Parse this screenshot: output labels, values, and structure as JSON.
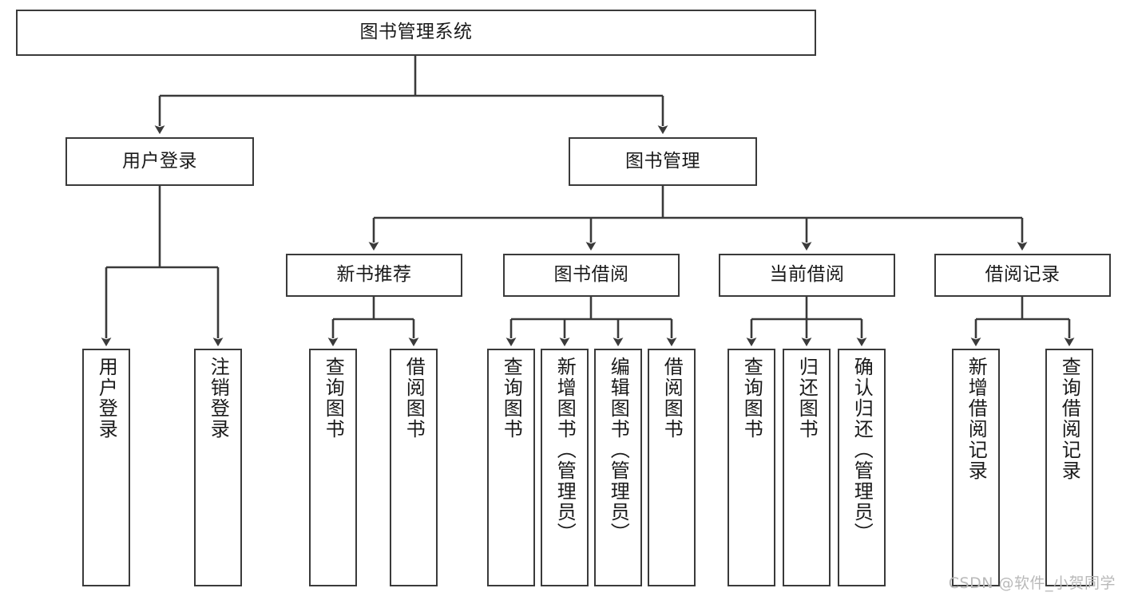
{
  "diagram": {
    "title": "图书管理系统",
    "root": {
      "id": "root",
      "label": "图书管理系统"
    },
    "level1": [
      {
        "id": "user-login",
        "label": "用户登录"
      },
      {
        "id": "book-management",
        "label": "图书管理"
      }
    ],
    "level2": [
      {
        "id": "new-book-recommend",
        "label": "新书推荐"
      },
      {
        "id": "book-borrow",
        "label": "图书借阅"
      },
      {
        "id": "current-borrow",
        "label": "当前借阅"
      },
      {
        "id": "borrow-record",
        "label": "借阅记录"
      }
    ],
    "leaves": {
      "user_login": [
        {
          "id": "leaf-user-login",
          "label": "用户登录"
        },
        {
          "id": "leaf-logout",
          "label": "注销登录"
        }
      ],
      "new_book_recommend": [
        {
          "id": "leaf-query-book-1",
          "label": "查询图书"
        },
        {
          "id": "leaf-borrow-book-1",
          "label": "借阅图书"
        }
      ],
      "book_borrow": [
        {
          "id": "leaf-query-book-2",
          "label": "查询图书"
        },
        {
          "id": "leaf-add-book",
          "label": "新增图书（管理员）"
        },
        {
          "id": "leaf-edit-book",
          "label": "编辑图书（管理员）"
        },
        {
          "id": "leaf-borrow-book-2",
          "label": "借阅图书"
        }
      ],
      "current_borrow": [
        {
          "id": "leaf-query-book-3",
          "label": "查询图书"
        },
        {
          "id": "leaf-return-book",
          "label": "归还图书"
        },
        {
          "id": "leaf-confirm-return",
          "label": "确认归还（管理员）"
        }
      ],
      "borrow_record": [
        {
          "id": "leaf-add-record",
          "label": "新增借阅记录"
        },
        {
          "id": "leaf-query-record",
          "label": "查询借阅记录"
        }
      ]
    },
    "watermark": "CSDN @软件_小贺同学",
    "colors": {
      "stroke": "#3a3a3a",
      "fill": "#ffffff",
      "text": "#1a1a1a",
      "watermark": "#b9b9b9"
    }
  }
}
